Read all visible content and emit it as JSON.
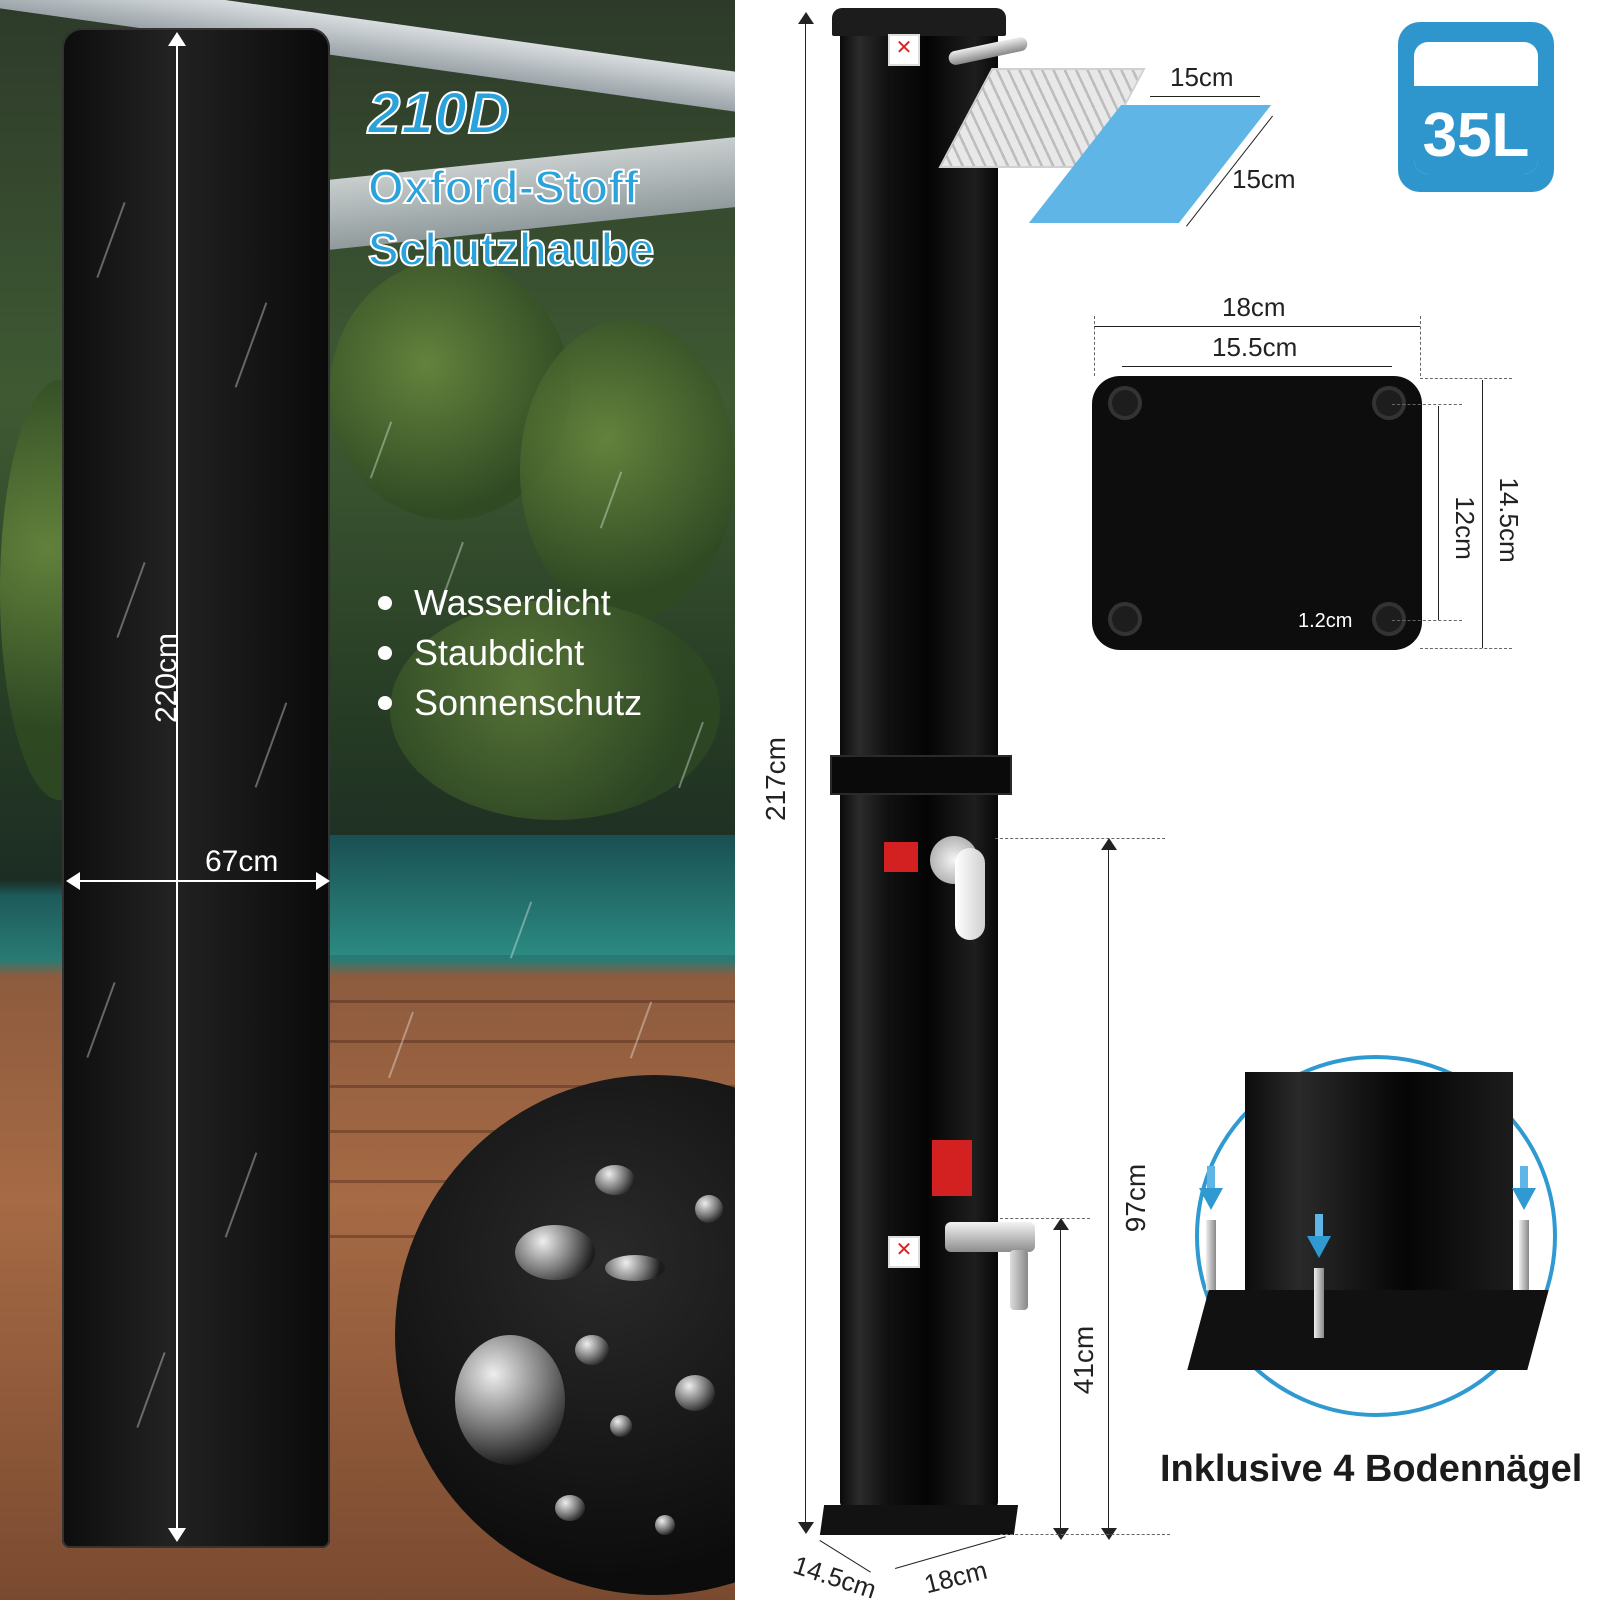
{
  "cover_panel": {
    "title_line1": "210D",
    "title_line2": "Oxford-Stoff",
    "title_line3": "Schutzhaube",
    "features": [
      "Wasserdicht",
      "Staubdicht",
      "Sonnenschutz"
    ],
    "height_label": "220cm",
    "width_label": "67cm"
  },
  "shower": {
    "height_total": "217cm",
    "height_mixer": "97cm",
    "height_tap": "41cm",
    "base_depth": "14.5cm",
    "base_width": "18cm",
    "head_width": "15cm",
    "head_depth": "15cm"
  },
  "base_plate": {
    "outer_width": "18cm",
    "hole_spacing_width": "15.5cm",
    "hole_spacing_height": "12cm",
    "outer_height": "14.5cm",
    "hole_offset": "1.2cm"
  },
  "capacity_badge": {
    "text": "35L",
    "color": "#2f96cd"
  },
  "nails": {
    "caption": "Inklusive 4 Bodennägel"
  },
  "colors": {
    "accent": "#2aa2dc",
    "badge_blue": "#2f96cd",
    "plane_blue": "#5eb5e6"
  }
}
